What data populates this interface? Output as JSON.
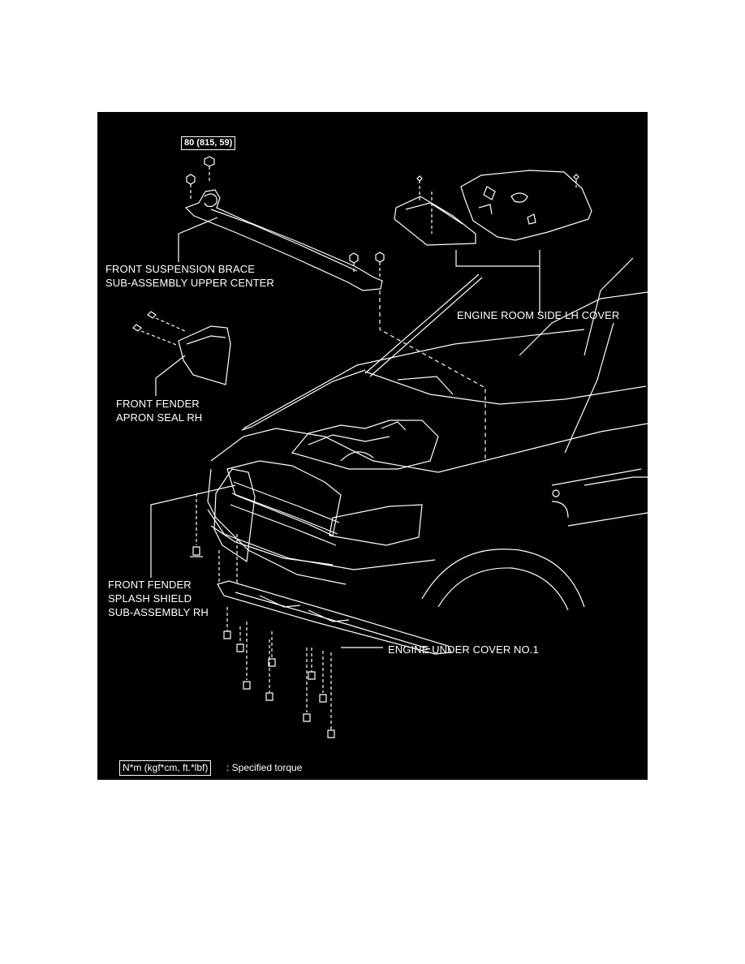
{
  "torque_spec": "80 (815, 59)",
  "labels": {
    "brace_line1": "FRONT SUSPENSION BRACE",
    "brace_line2": "SUB-ASSEMBLY UPPER CENTER",
    "engine_room_cover": "ENGINE ROOM SIDE LH COVER",
    "apron_line1": "FRONT FENDER",
    "apron_line2": "APRON SEAL RH",
    "splash_line1": "FRONT FENDER",
    "splash_line2": "SPLASH SHIELD",
    "splash_line3": "SUB-ASSEMBLY RH",
    "under_cover": "ENGINE UNDER COVER NO.1"
  },
  "legend": {
    "unit": "N*m (kgf*cm, ft.*lbf)",
    "description": ": Specified torque"
  },
  "colors": {
    "background": "#000000",
    "linework": "#ffffff",
    "page": "#ffffff"
  }
}
